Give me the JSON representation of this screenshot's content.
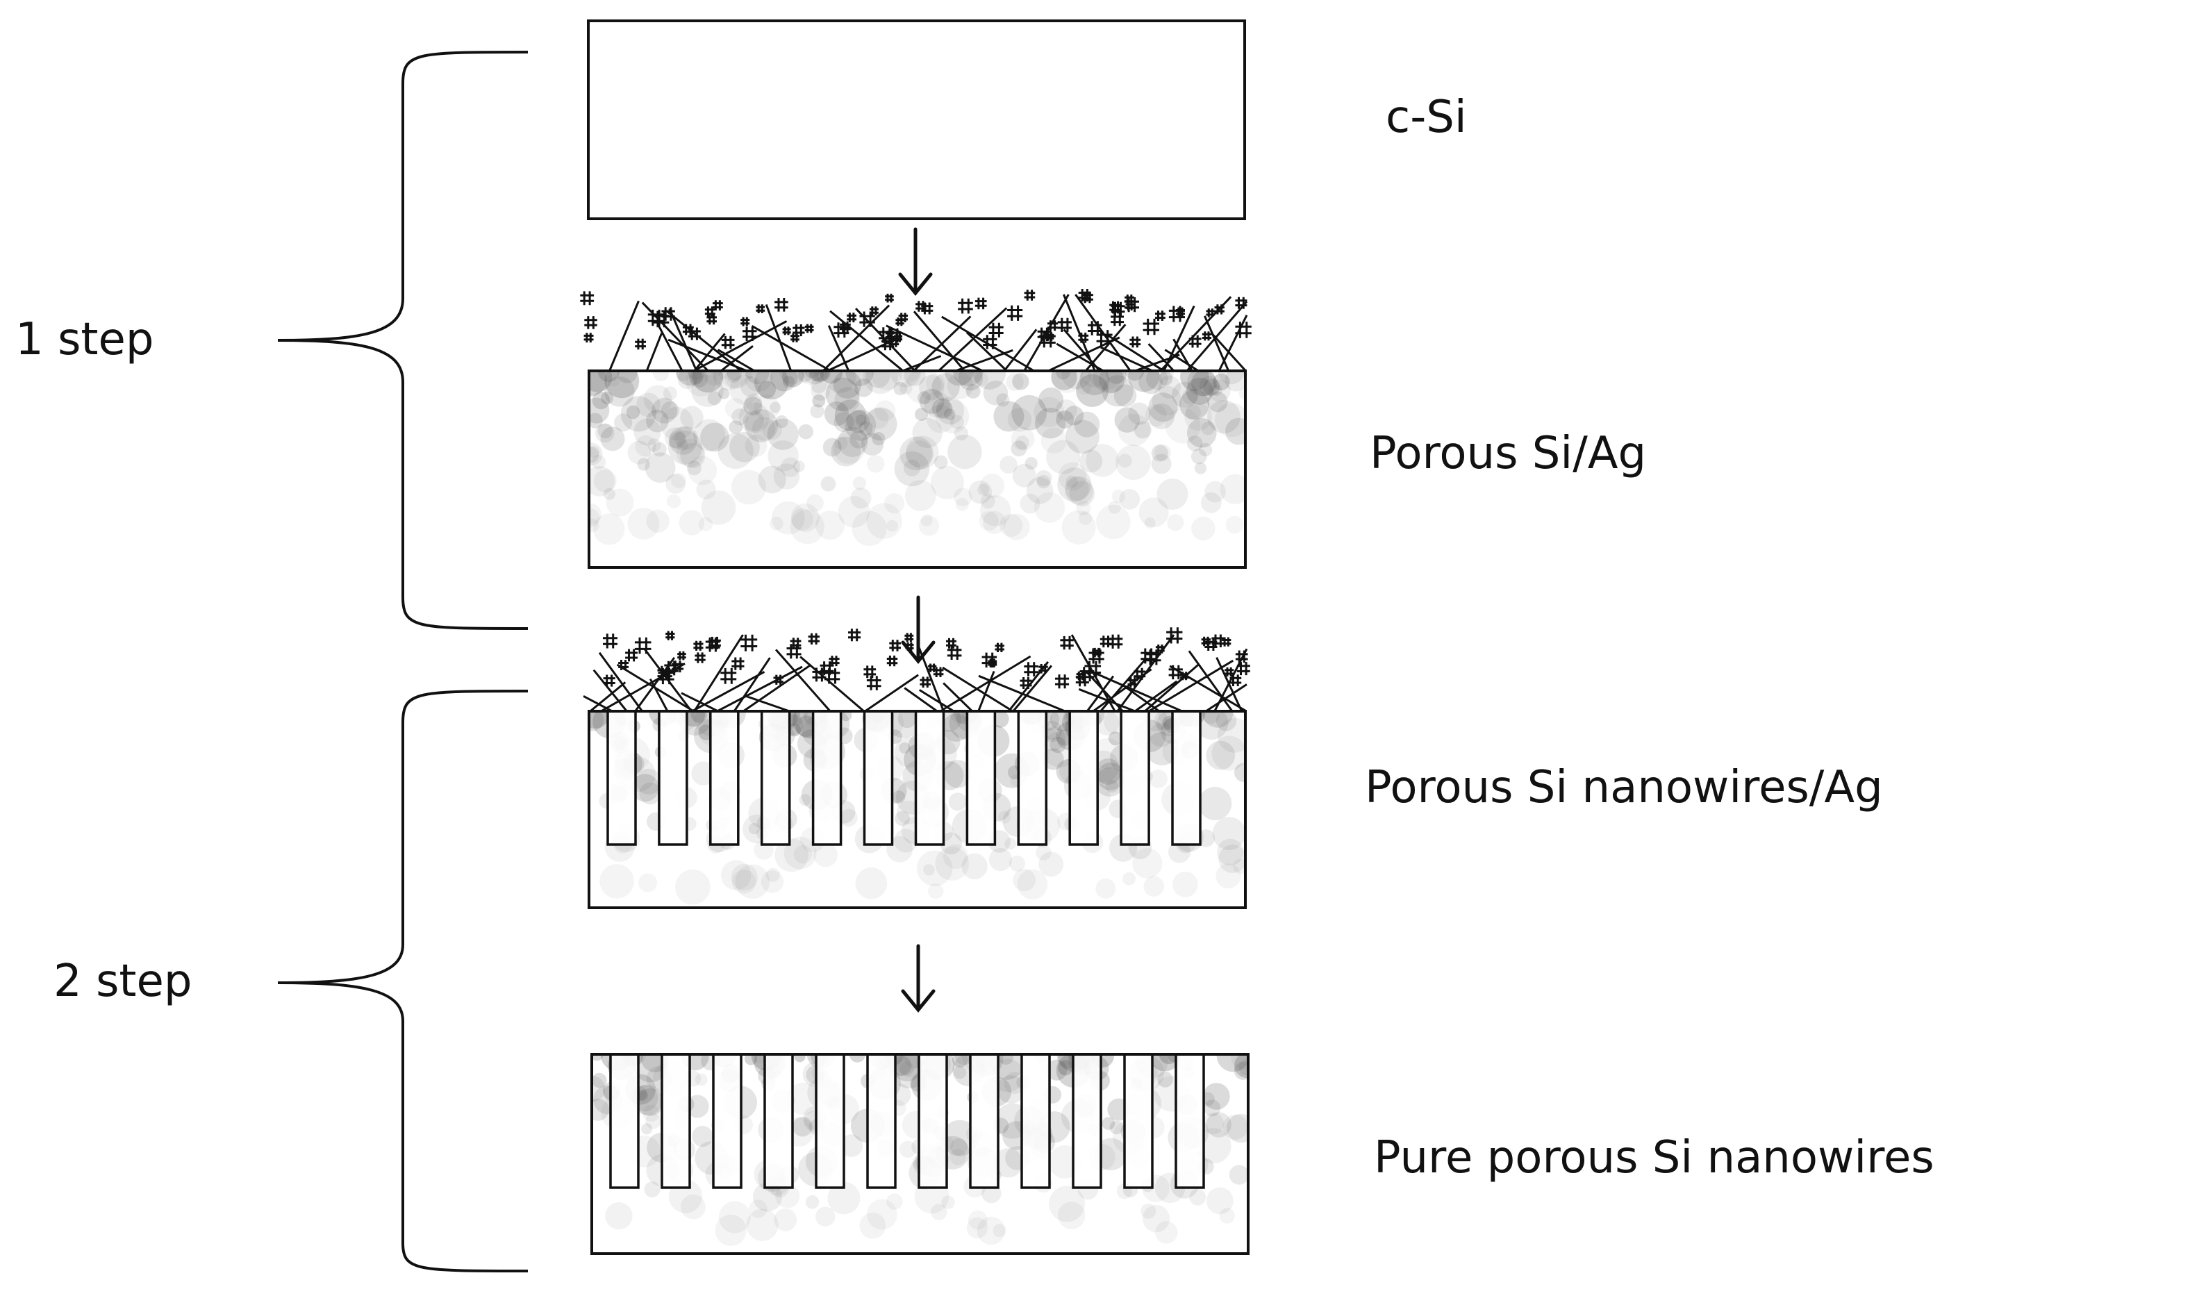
{
  "steps": {
    "step1_label": "1 step",
    "step2_label": "2 step"
  },
  "stages": {
    "csi_label": "c-Si",
    "porous_si_ag_label": "Porous Si/Ag",
    "porous_nw_ag_label": "Porous Si nanowires/Ag",
    "pure_nw_label": "Pure porous Si nanowires"
  },
  "colors": {
    "line": "#111111",
    "pore": "#555555",
    "background": "#ffffff"
  }
}
